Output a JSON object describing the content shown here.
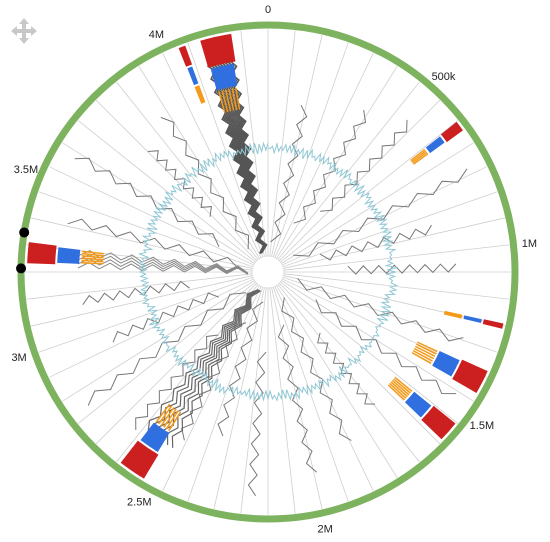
{
  "diagram": {
    "type": "circular-genome-map",
    "tick_labels": [
      "0",
      "500k",
      "1M",
      "1.5M",
      "2M",
      "2.5M",
      "3M",
      "3.5M",
      "4M"
    ],
    "tick_positions_bp": [
      0,
      500000,
      1000000,
      1500000,
      2000000,
      2500000,
      3000000,
      3500000,
      4000000
    ],
    "genome_length_bp": 4300000,
    "colors": {
      "outer_ring": "#7db25e",
      "inner_ring": "#8fc7d4",
      "feature_red": "#cc2020",
      "feature_blue": "#2f6fe0",
      "feature_orange": "#f39a1a",
      "link_gray": "#555555",
      "spoke": "#cfcfcf",
      "marker": "#000000"
    },
    "feature_clusters_bp": [
      4150000,
      630000,
      1230000,
      1400000,
      1570000,
      2560000,
      3280000,
      4050000
    ],
    "markers": [
      "black-dot",
      "black-dot"
    ],
    "icons": {
      "navigation": "move-arrows-icon"
    }
  }
}
